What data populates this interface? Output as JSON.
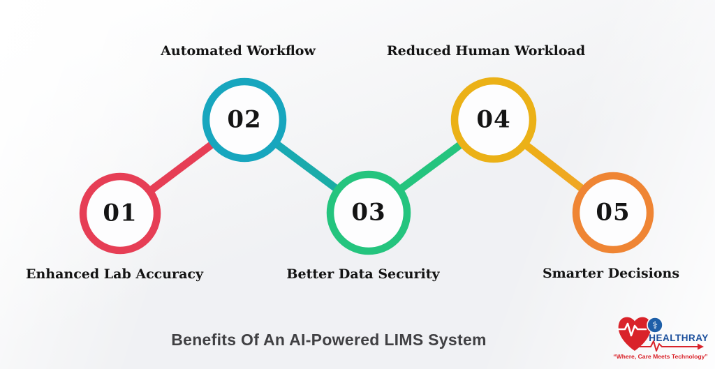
{
  "title": "Benefits Of An AI-Powered LIMS System",
  "steps": [
    {
      "number": "01",
      "label": "Enhanced Lab Accuracy",
      "color": "#E63E55"
    },
    {
      "number": "02",
      "label": "Automated Workflow",
      "color": "#17A6BE"
    },
    {
      "number": "03",
      "label": "Better Data Security",
      "color": "#24C47E"
    },
    {
      "number": "04",
      "label": "Reduced Human Workload",
      "color": "#EBB117"
    },
    {
      "number": "05",
      "label": "Smarter Decisions",
      "color": "#EF8534"
    }
  ],
  "connectors": [
    {
      "from": "01",
      "to": "02",
      "color_start": "#E63E55",
      "color_end": "#E63E55"
    },
    {
      "from": "02",
      "to": "03",
      "color_start": "#17A6BE",
      "color_end": "#1CAF9A"
    },
    {
      "from": "03",
      "to": "04",
      "color_start": "#24C47E",
      "color_end": "#24C47E"
    },
    {
      "from": "04",
      "to": "05",
      "color_start": "#EDB30E",
      "color_end": "#F0A22C"
    }
  ],
  "logo": {
    "brand": "HEALTHRAY",
    "tagline": "“Where, Care Meets Technology”",
    "brand_color": "#1B4F9C",
    "heart_color": "#D9232A",
    "badge_color": "#1E5FA8",
    "caduceus_glyph": "⚕"
  }
}
